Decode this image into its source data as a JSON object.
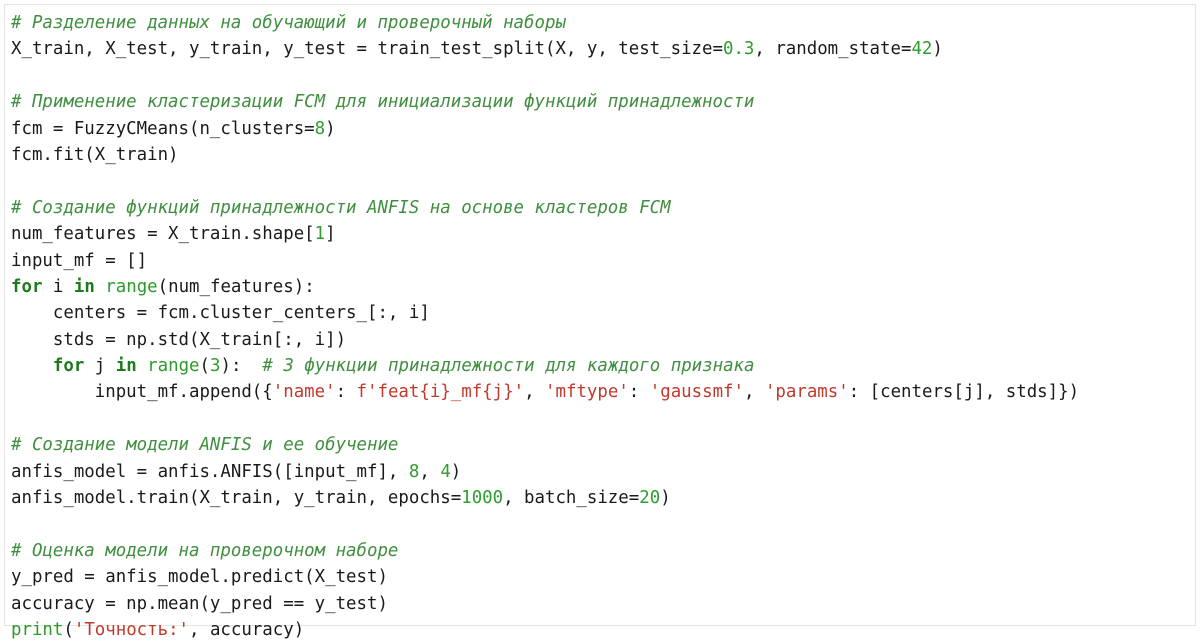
{
  "editor": {
    "colors": {
      "background": "#ffffff",
      "text": "#1a1a1a",
      "comment": "#3f8f3f",
      "keyword": "#1d7a1d",
      "builtin": "#2b9a2b",
      "number": "#2e9e2e",
      "string": "#c0392b"
    },
    "lines": [
      [
        {
          "t": "cm",
          "v": "# Разделение данных на обучающий и проверочный наборы"
        }
      ],
      [
        {
          "t": "plain",
          "v": "X_train, X_test, y_train, y_test = train_test_split(X, y, test_size="
        },
        {
          "t": "num",
          "v": "0.3"
        },
        {
          "t": "plain",
          "v": ", random_state="
        },
        {
          "t": "num",
          "v": "42"
        },
        {
          "t": "plain",
          "v": ")"
        }
      ],
      [],
      [
        {
          "t": "cm",
          "v": "# Применение кластеризации FCM для инициализации функций принадлежности"
        }
      ],
      [
        {
          "t": "plain",
          "v": "fcm = FuzzyCMeans(n_clusters="
        },
        {
          "t": "num",
          "v": "8"
        },
        {
          "t": "plain",
          "v": ")"
        }
      ],
      [
        {
          "t": "plain",
          "v": "fcm.fit(X_train)"
        }
      ],
      [],
      [
        {
          "t": "cm",
          "v": "# Создание функций принадлежности ANFIS на основе кластеров FCM"
        }
      ],
      [
        {
          "t": "plain",
          "v": "num_features = X_train.shape["
        },
        {
          "t": "num",
          "v": "1"
        },
        {
          "t": "plain",
          "v": "]"
        }
      ],
      [
        {
          "t": "plain",
          "v": "input_mf = []"
        }
      ],
      [
        {
          "t": "kw",
          "v": "for"
        },
        {
          "t": "plain",
          "v": " i "
        },
        {
          "t": "kw",
          "v": "in"
        },
        {
          "t": "plain",
          "v": " "
        },
        {
          "t": "bi",
          "v": "range"
        },
        {
          "t": "plain",
          "v": "(num_features):"
        }
      ],
      [
        {
          "t": "plain",
          "v": "    centers = fcm.cluster_centers_[:, i]"
        }
      ],
      [
        {
          "t": "plain",
          "v": "    stds = np.std(X_train[:, i])"
        }
      ],
      [
        {
          "t": "plain",
          "v": "    "
        },
        {
          "t": "kw",
          "v": "for"
        },
        {
          "t": "plain",
          "v": " j "
        },
        {
          "t": "kw",
          "v": "in"
        },
        {
          "t": "plain",
          "v": " "
        },
        {
          "t": "bi",
          "v": "range"
        },
        {
          "t": "plain",
          "v": "("
        },
        {
          "t": "num",
          "v": "3"
        },
        {
          "t": "plain",
          "v": "):  "
        },
        {
          "t": "cm",
          "v": "# 3 функции принадлежности для каждого признака"
        }
      ],
      [
        {
          "t": "plain",
          "v": "        input_mf.append({"
        },
        {
          "t": "str",
          "v": "'name'"
        },
        {
          "t": "plain",
          "v": ": "
        },
        {
          "t": "str",
          "v": "f'feat{i}_mf{j}'"
        },
        {
          "t": "plain",
          "v": ", "
        },
        {
          "t": "str",
          "v": "'mftype'"
        },
        {
          "t": "plain",
          "v": ": "
        },
        {
          "t": "str",
          "v": "'gaussmf'"
        },
        {
          "t": "plain",
          "v": ", "
        },
        {
          "t": "str",
          "v": "'params'"
        },
        {
          "t": "plain",
          "v": ": [centers[j], stds]})"
        }
      ],
      [],
      [
        {
          "t": "cm",
          "v": "# Создание модели ANFIS и ее обучение"
        }
      ],
      [
        {
          "t": "plain",
          "v": "anfis_model = anfis.ANFIS([input_mf], "
        },
        {
          "t": "num",
          "v": "8"
        },
        {
          "t": "plain",
          "v": ", "
        },
        {
          "t": "num",
          "v": "4"
        },
        {
          "t": "plain",
          "v": ")"
        }
      ],
      [
        {
          "t": "plain",
          "v": "anfis_model.train(X_train, y_train, epochs="
        },
        {
          "t": "num",
          "v": "1000"
        },
        {
          "t": "plain",
          "v": ", batch_size="
        },
        {
          "t": "num",
          "v": "20"
        },
        {
          "t": "plain",
          "v": ")"
        }
      ],
      [],
      [
        {
          "t": "cm",
          "v": "# Оценка модели на проверочном наборе"
        }
      ],
      [
        {
          "t": "plain",
          "v": "y_pred = anfis_model.predict(X_test)"
        }
      ],
      [
        {
          "t": "plain",
          "v": "accuracy = np.mean(y_pred == y_test)"
        }
      ],
      [
        {
          "t": "bi",
          "v": "print"
        },
        {
          "t": "plain",
          "v": "("
        },
        {
          "t": "str",
          "v": "'Точность:'"
        },
        {
          "t": "plain",
          "v": ", accuracy)"
        }
      ]
    ]
  }
}
